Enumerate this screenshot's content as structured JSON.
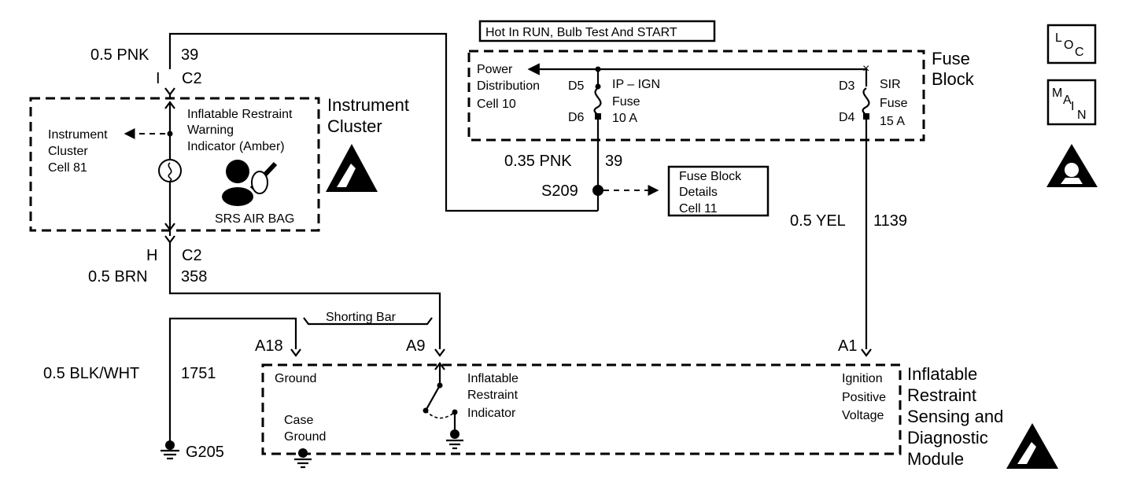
{
  "header": {
    "title": "Hot In RUN, Bulb Test And START"
  },
  "icons": {
    "loc": "LOC",
    "main": "MAIN",
    "esd": "esd-warning-icon",
    "airbag": "airbag-icon"
  },
  "fuse_block": {
    "title_line1": "Fuse",
    "title_line2": "Block",
    "power_dist": [
      "Power",
      "Distribution",
      "Cell 10"
    ],
    "ip_ign_fuse": {
      "in_pin": "D5",
      "out_pin": "D6",
      "name": "IP – IGN",
      "label": "Fuse",
      "rating": "10 A"
    },
    "sir_fuse": {
      "in_pin": "D3",
      "out_pin": "D4",
      "name": "SIR",
      "label": "Fuse",
      "rating": "15 A"
    }
  },
  "fuse_block_details": [
    "Fuse Block",
    "Details",
    "Cell 11"
  ],
  "instrument_cluster": {
    "title_line1": "Instrument",
    "title_line2": "Cluster",
    "cell_ref": [
      "Instrument",
      "Cluster",
      "Cell 81"
    ],
    "indicator": [
      "Inflatable Restraint",
      "Warning",
      "Indicator (Amber)"
    ],
    "srs_label": "SRS AIR BAG",
    "top_connector": {
      "pin": "I",
      "name": "C2"
    },
    "bottom_connector": {
      "pin": "H",
      "name": "C2"
    }
  },
  "wires": {
    "pnk_top": {
      "gauge": "0.5 PNK",
      "circuit": "39"
    },
    "pnk_fuse": {
      "gauge": "0.35 PNK",
      "circuit": "39"
    },
    "brn": {
      "gauge": "0.5 BRN",
      "circuit": "358"
    },
    "yel": {
      "gauge": "0.5 YEL",
      "circuit": "1139"
    },
    "blk_wht": {
      "gauge": "0.5 BLK/WHT",
      "circuit": "1751"
    }
  },
  "splice": "S209",
  "ground": "G205",
  "shorting_bar": "Shorting Bar",
  "sdm": {
    "title": [
      "Inflatable",
      "Restraint",
      "Sensing and",
      "Diagnostic",
      "Module"
    ],
    "pins": {
      "a18": "A18",
      "a9": "A9",
      "a1": "A1"
    },
    "ground_label": "Ground",
    "case_ground": [
      "Case",
      "Ground"
    ],
    "indicator_label": [
      "Inflatable",
      "Restraint",
      "Indicator"
    ],
    "ignition_label": [
      "Ignition",
      "Positive",
      "Voltage"
    ]
  }
}
